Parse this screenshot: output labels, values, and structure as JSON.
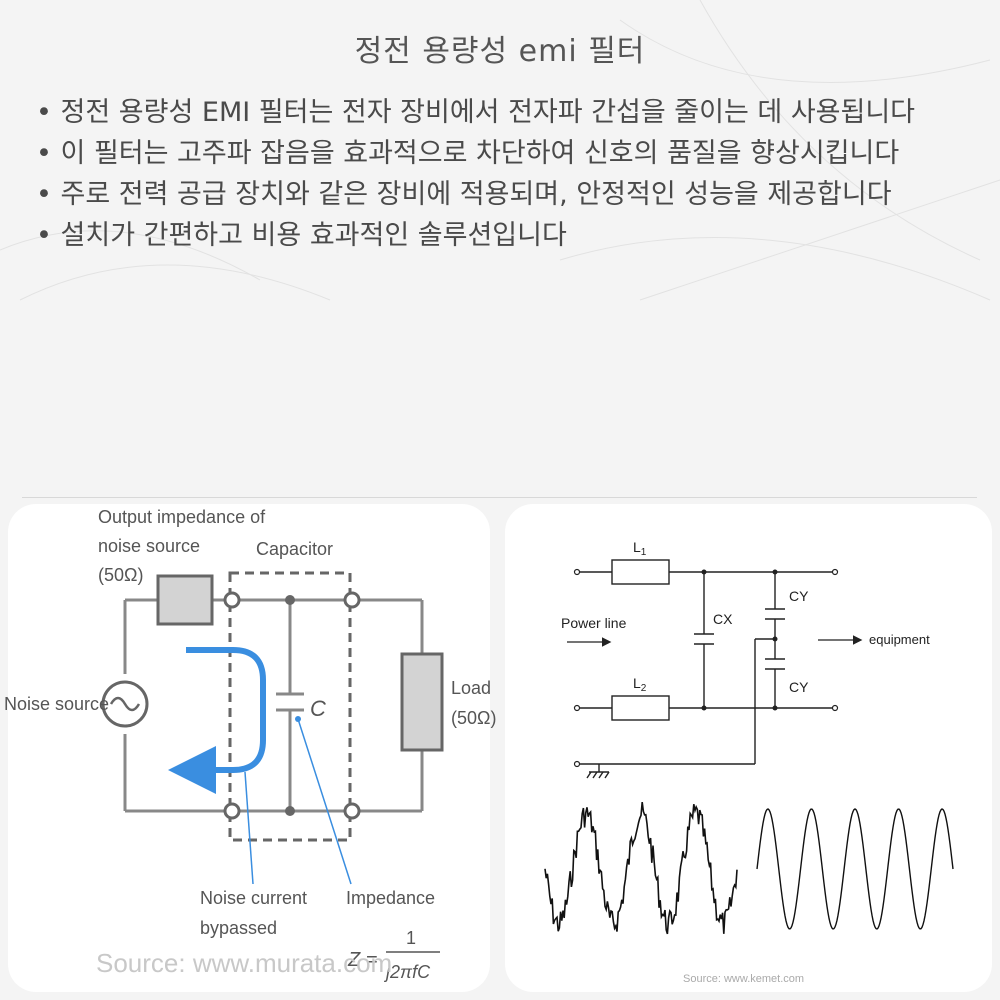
{
  "page": {
    "title": "정전 용량성 emi 필터",
    "bullets": [
      "정전 용량성 EMI 필터는 전자 장비에서 전자파 간섭을 줄이는 데 사용됩니다",
      "이 필터는 고주파 잡음을 효과적으로 차단하여 신호의 품질을 향상시킵니다",
      "주로 전력 공급 장치와 같은 장비에 적용되며, 안정적인 성능을 제공합니다",
      "설치가 간편하고 비용 효과적인 솔루션입니다"
    ]
  },
  "left_figure": {
    "output_impedance_label": [
      "Output impedance of",
      "noise source",
      "(50Ω)"
    ],
    "capacitor_label": "Capacitor",
    "noise_source_label": "Noise source",
    "cap_symbol": "C",
    "load_label": [
      "Load",
      "(50Ω)"
    ],
    "noise_current_label": [
      "Noise current",
      "bypassed"
    ],
    "impedance_label": "Impedance",
    "formula_lhs": "Z =",
    "formula_num": "1",
    "formula_den": "j2πfC",
    "source": "Source: www.murata.com"
  },
  "right_figure": {
    "l1_label": "L",
    "l1_sub": "1",
    "l2_label": "L",
    "l2_sub": "2",
    "cx_label": "CX",
    "cy_top_label": "CY",
    "cy_bottom_label": "CY",
    "power_line_label": "Power line",
    "equipment_label": "equipment",
    "source": "Source: www.kemet.com"
  }
}
